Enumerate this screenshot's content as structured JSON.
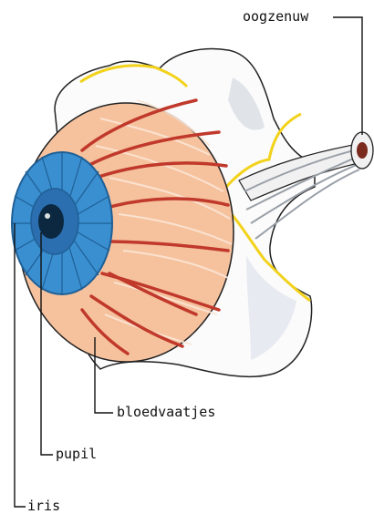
{
  "labels": {
    "oogzenuw": "oogzenuw",
    "bloedvaatjes": "bloedvaatjes",
    "pupil": "pupil",
    "iris": "iris"
  },
  "colors": {
    "sclera": "#f6c29e",
    "sclera_lines": "#f9e0cc",
    "vessel": "#c0392b",
    "iris": "#3a8fd0",
    "iris_dark": "#1f5f96",
    "pupil": "#0b2840",
    "tissue": "#fbfbfb",
    "tissue_shade": "#d9dee5",
    "fat_border": "#f2d21a",
    "nerve": "#f1f1f1",
    "outline": "#222222"
  }
}
